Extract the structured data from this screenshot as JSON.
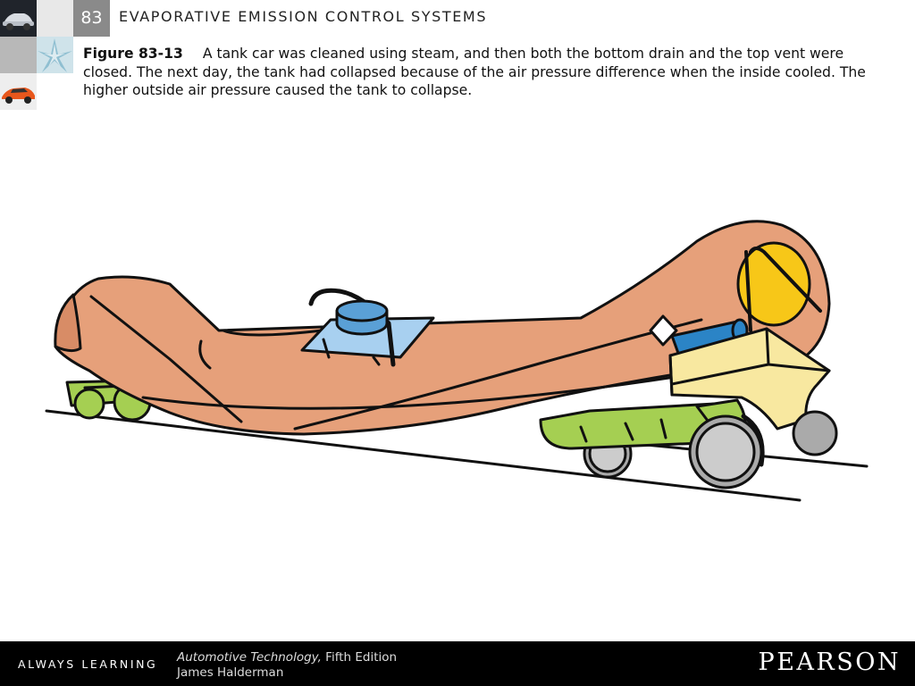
{
  "header": {
    "chapter_number": "83",
    "chapter_title": "EVAPORATIVE EMISSION CONTROL SYSTEMS"
  },
  "caption": {
    "figure_label": "Figure 83-13",
    "text": "A tank car was cleaned using steam, and then both the bottom drain and the top vent were closed. The next day, the tank had collapsed because of the air pressure difference when the inside cooled. The higher outside air pressure caused the tank to collapse."
  },
  "footer": {
    "tagline": "ALWAYS LEARNING",
    "book_title": "Automotive Technology,",
    "book_edition": " Fifth Edition",
    "author": "James Halderman",
    "publisher": "PEARSON"
  },
  "colors": {
    "tank": "#e6a07a",
    "tank_shadow": "#d88c66",
    "hatch_cover": "#5aa0d6",
    "hatch_plate": "#a8d0f0",
    "end_disc": "#f7c718",
    "cylinder": "#2b84c6",
    "platform": "#f8e8a0",
    "truck_frame": "#a5cf52",
    "wheel": "#aaaaaa",
    "outline": "#111111",
    "chapter_box": "#8a8a8a",
    "footer_bg": "#000000"
  },
  "icons": [
    "car-thumbnail-icon",
    "crystal-thumbnail-icon",
    "sports-car-thumbnail-icon"
  ]
}
